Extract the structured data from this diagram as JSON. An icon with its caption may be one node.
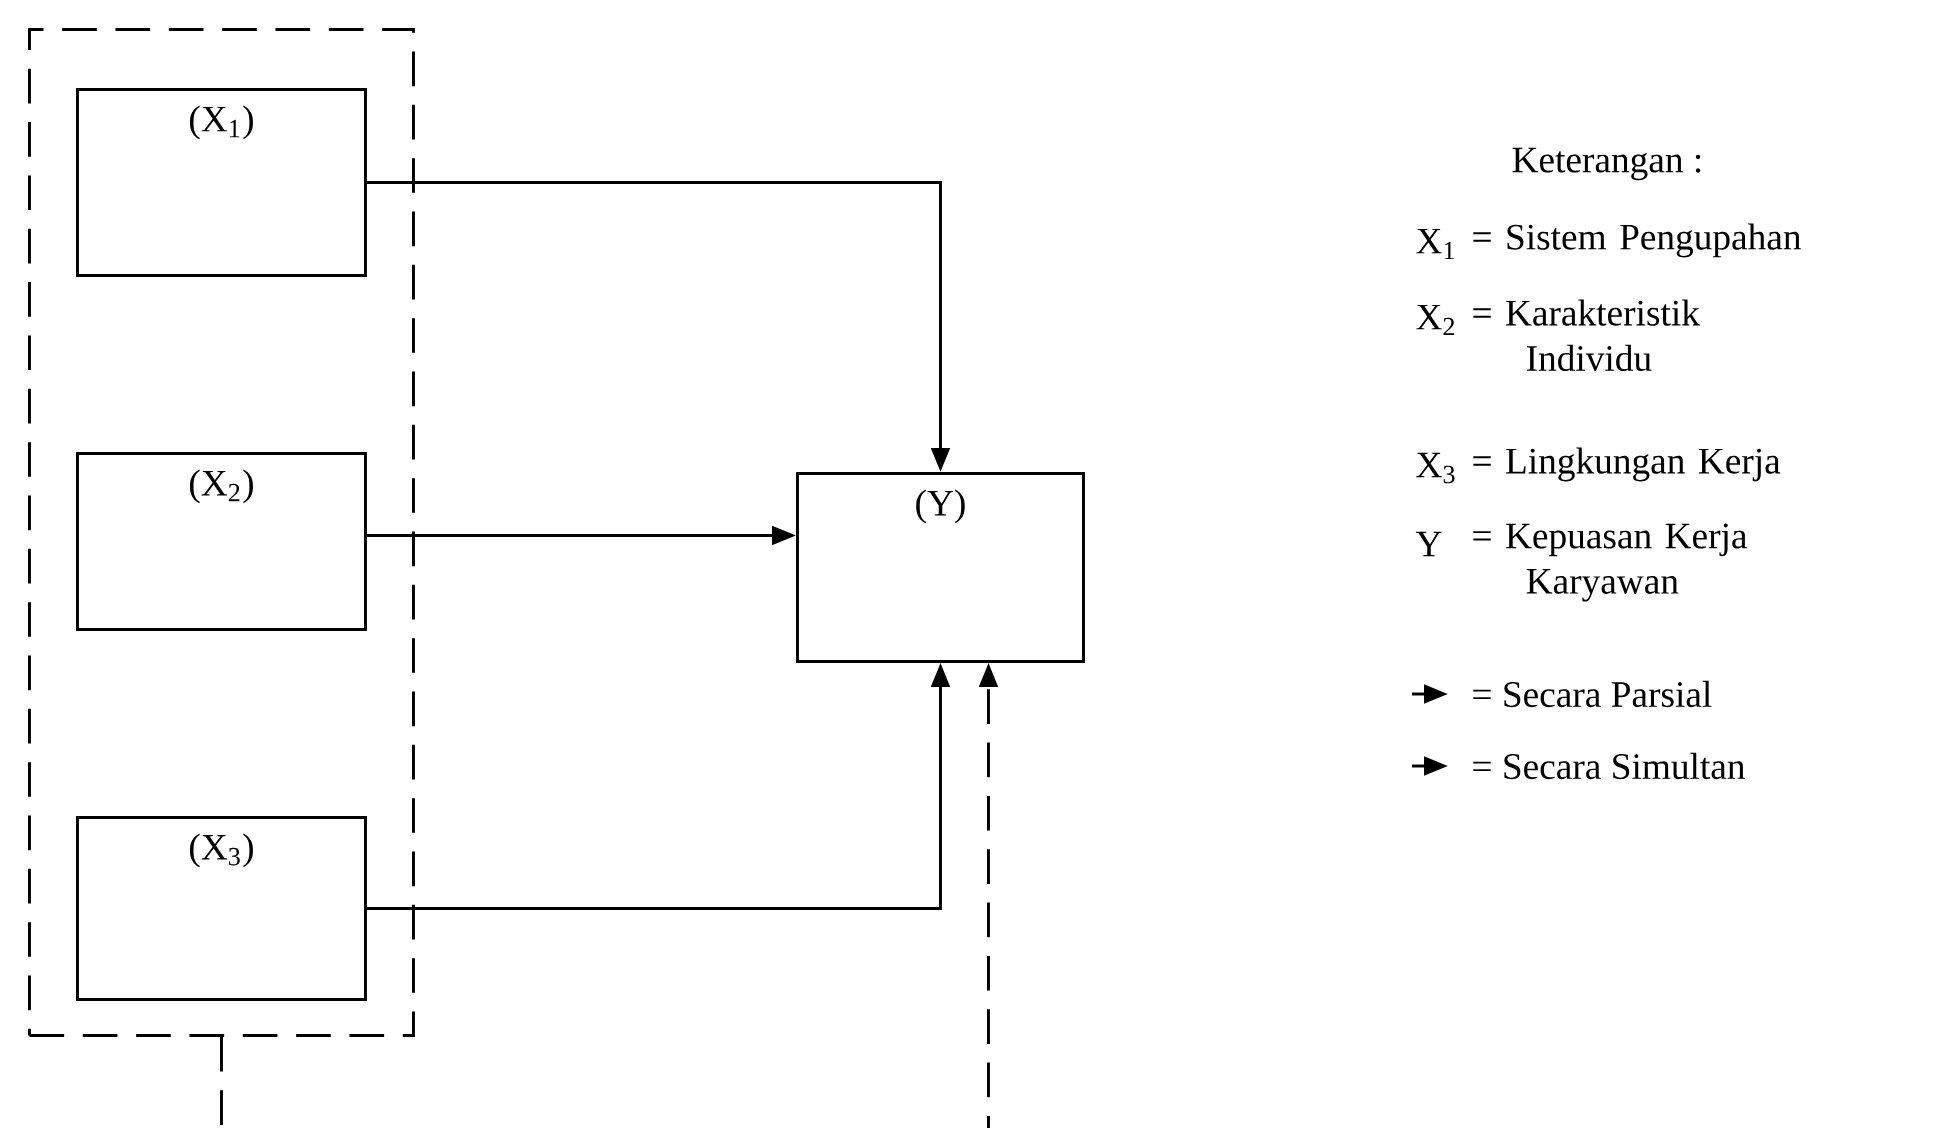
{
  "diagram": {
    "nodes": [
      {
        "text": [],
        "shape": "box"
      },
      {
        "text": [
          "(X$_{1}$)"
        ],
        "in": 0
      },
      {
        "text": [
          "(X$_{2}$)"
        ],
        "in": 0
      },
      {
        "text": [
          "(X$_{3}$)"
        ],
        "in": 0
      },
      {
        "text": [
          "(Y)"
        ]
      }
    ],
    "edges": [
      {
        "from": 1,
        "to": 4,
        "arrow": "to"
      },
      {
        "from": 2,
        "to": 4,
        "arrow": "to"
      },
      {
        "from": 3,
        "to": 4,
        "arrow": "to"
      },
      {
        "from": 0,
        "to": 4,
        "arrow": "to",
        "style": "dashed"
      }
    ],
    "labels": [
      "Keterangan :",
      "X$_{1}$",
      "= Sistem Pengupahan",
      "X$_{2}$",
      "= Karakteristik Individu",
      "X$_{3}$",
      "= Lingkungan Kerja",
      "Y",
      "= Kepuasan Kerja Karyawan"
    ],
    "legend": [
      {
        "text": "= Secara Parsial"
      },
      {
        "text": "= Secara Simultan"
      }
    ]
  }
}
